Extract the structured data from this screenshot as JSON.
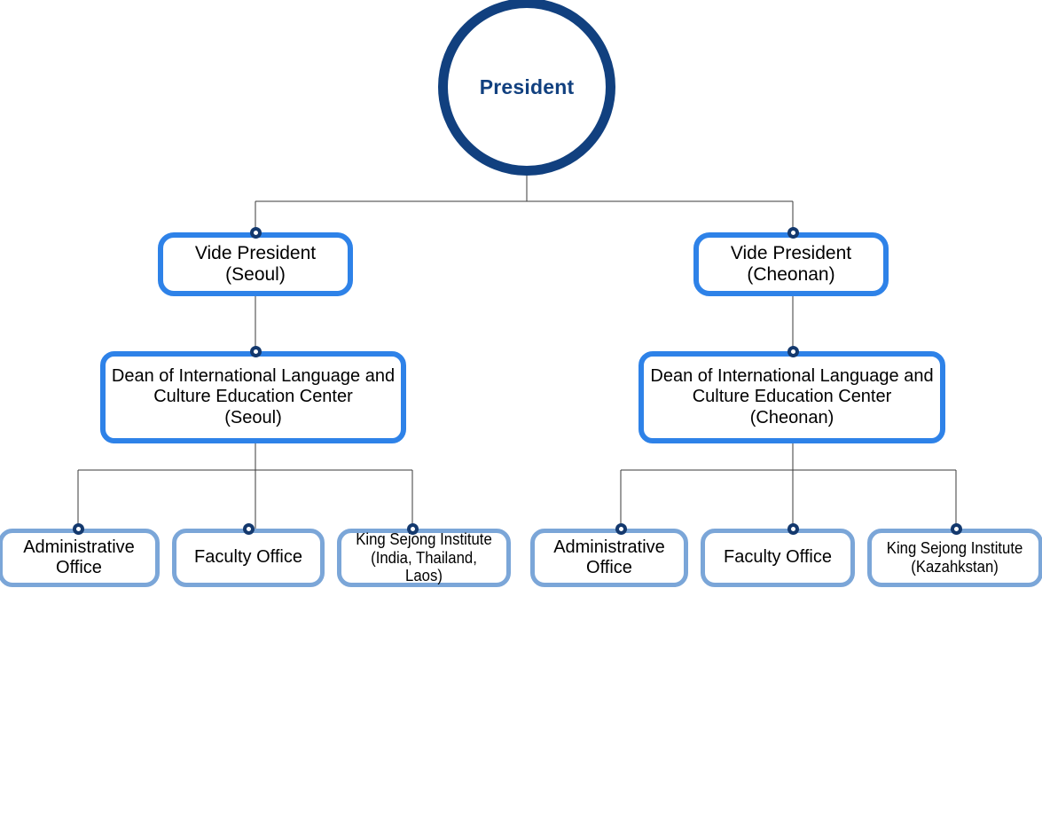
{
  "diagram": {
    "title": "Organizational Chart",
    "background": "#ffffff",
    "colors": {
      "navy": "#11407F",
      "bright_blue": "#2E82E8",
      "muted_blue": "#7BA6D8",
      "dot_ring": "#14396E",
      "line": "#3A3A3A",
      "text": "#000000"
    }
  },
  "nodes": {
    "president": {
      "label": "President"
    },
    "vp_seoul": {
      "label": "Vide President\n(Seoul)"
    },
    "vp_cheonan": {
      "label": "Vide President\n(Cheonan)"
    },
    "dean_seoul": {
      "label": "Dean of International Language and\nCulture Education Center\n(Seoul)"
    },
    "dean_cheonan": {
      "label": "Dean of International Language and\nCulture Education Center\n(Cheonan)"
    },
    "seoul_admin": {
      "label": "Administrative\nOffice"
    },
    "seoul_faculty": {
      "label": "Faculty Office"
    },
    "seoul_ksi": {
      "label": "King Sejong Institute\n(India, Thailand, Laos)"
    },
    "cheonan_admin": {
      "label": "Administrative\nOffice"
    },
    "cheonan_faculty": {
      "label": "Faculty Office"
    },
    "cheonan_ksi": {
      "label": "King Sejong Institute\n(Kazahkstan)"
    }
  }
}
